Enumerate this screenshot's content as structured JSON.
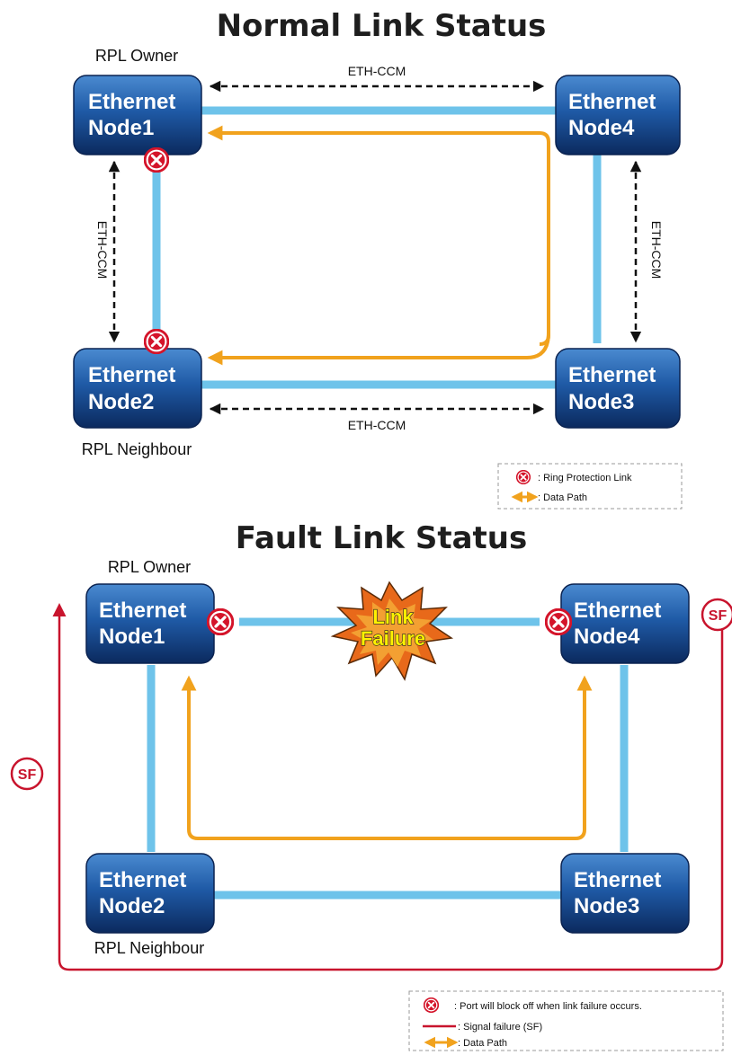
{
  "normal": {
    "title": "Normal Link Status",
    "rpl_owner": "RPL Owner",
    "rpl_neighbour": "RPL Neighbour",
    "ccm_label": "ETH-CCM",
    "nodes": [
      {
        "line1": "Ethernet",
        "line2": "Node1"
      },
      {
        "line1": "Ethernet",
        "line2": "Node4"
      },
      {
        "line1": "Ethernet",
        "line2": "Node2"
      },
      {
        "line1": "Ethernet",
        "line2": "Node3"
      }
    ],
    "legend": {
      "block": ": Ring Protection Link",
      "path": ": Data Path"
    }
  },
  "fault": {
    "title": "Fault Link Status",
    "rpl_owner": "RPL Owner",
    "rpl_neighbour": "RPL Neighbour",
    "burst_line1": "Link",
    "burst_line2": "Failure",
    "sf_label": "SF",
    "nodes": [
      {
        "line1": "Ethernet",
        "line2": "Node1"
      },
      {
        "line1": "Ethernet",
        "line2": "Node4"
      },
      {
        "line1": "Ethernet",
        "line2": "Node2"
      },
      {
        "line1": "Ethernet",
        "line2": "Node3"
      }
    ],
    "legend": {
      "block": ": Port will block off when link failure occurs.",
      "sf": ": Signal failure (SF)",
      "path": ": Data Path"
    }
  },
  "colors": {
    "node_top": "#3f7fc6",
    "node_bottom": "#0d2f66",
    "link": "#6ec3ea",
    "data_path": "#f1a21d",
    "signal_failure": "#c8142d",
    "block_ring": "#d4142a"
  }
}
